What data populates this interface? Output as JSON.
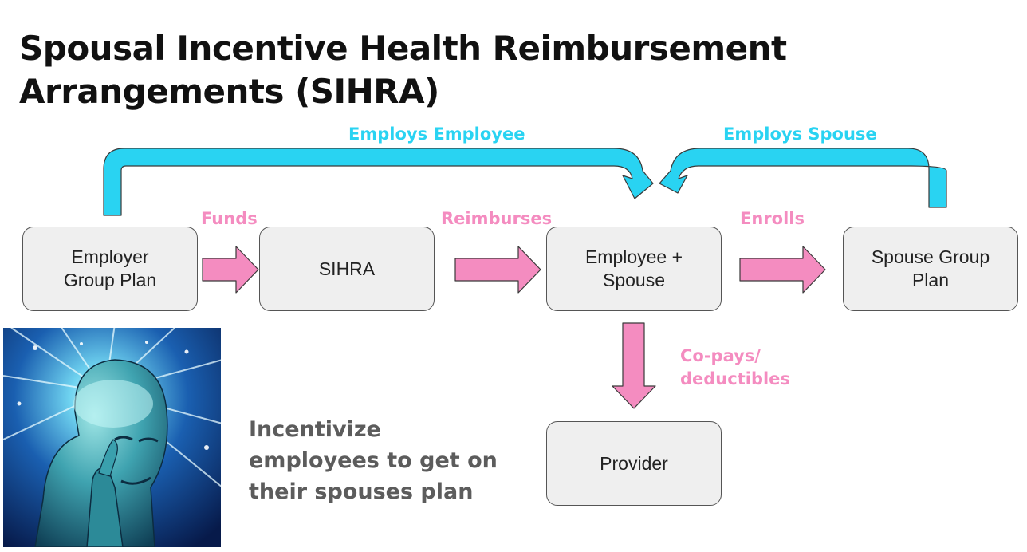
{
  "title": {
    "line1": "Spousal Incentive Health Reimbursement",
    "line2": "Arrangements (SIHRA)"
  },
  "nodes": {
    "employer_group_plan": [
      "Employer",
      "Group Plan"
    ],
    "sihra": "SIHRA",
    "employee_spouse": [
      "Employee +",
      "Spouse"
    ],
    "spouse_group_plan": [
      "Spouse Group",
      "Plan"
    ],
    "provider": "Provider"
  },
  "edges": {
    "employs_employee": "Employs Employee",
    "employs_spouse": "Employs Spouse",
    "funds": "Funds",
    "reimburses": "Reimburses",
    "enrolls": "Enrolls",
    "copays": [
      "Co-pays/",
      "deductibles"
    ]
  },
  "tagline": [
    "Incentivize",
    "employees to get on",
    "their spouses plan"
  ],
  "colors": {
    "cyan_arrow": "#29d3f2",
    "pink_arrow": "#f48cc0",
    "box_fill": "#efefef",
    "box_border": "#555555"
  }
}
